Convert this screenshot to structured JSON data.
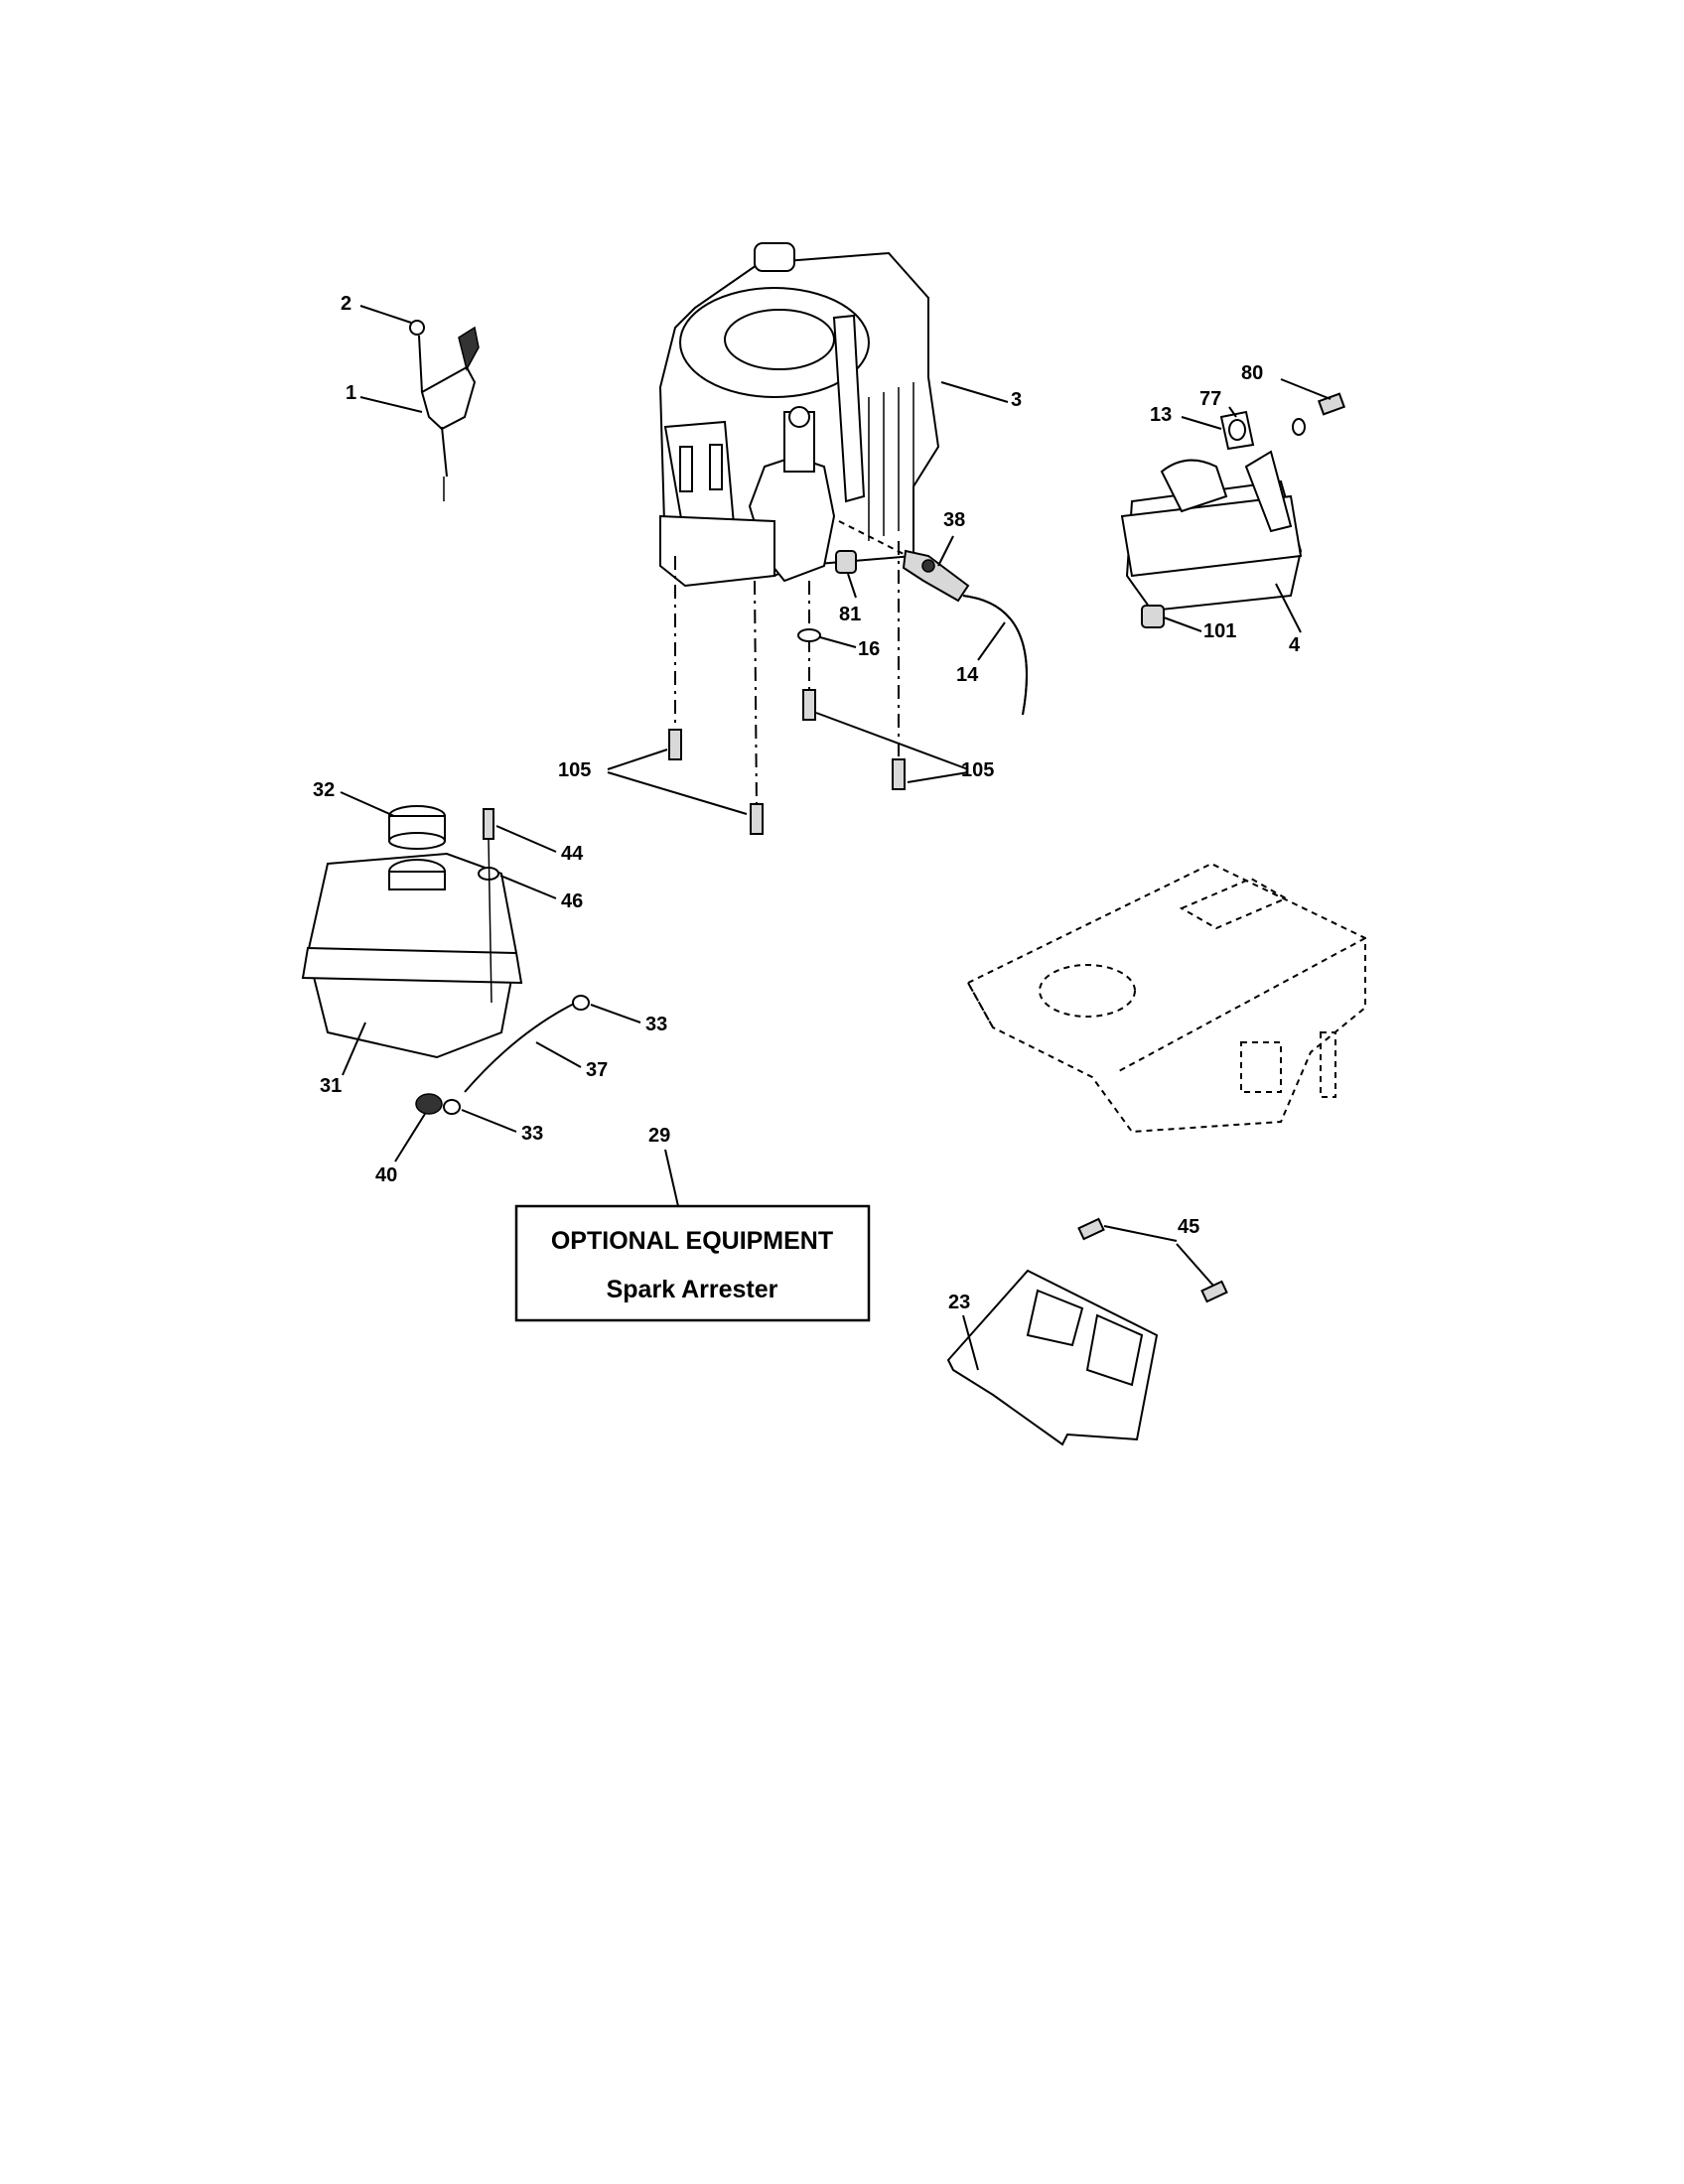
{
  "labels": {
    "l1": "1",
    "l2": "2",
    "l3": "3",
    "l4": "4",
    "l13": "13",
    "l14": "14",
    "l16": "16",
    "l23": "23",
    "l29": "29",
    "l31": "31",
    "l32": "32",
    "l33a": "33",
    "l33b": "33",
    "l37": "37",
    "l38": "38",
    "l40": "40",
    "l44": "44",
    "l45": "45",
    "l46": "46",
    "l77": "77",
    "l80": "80",
    "l81": "81",
    "l101": "101",
    "l105a": "105",
    "l105b": "105"
  },
  "box": {
    "line1": "OPTIONAL EQUIPMENT",
    "line2": "Spark Arrester"
  }
}
